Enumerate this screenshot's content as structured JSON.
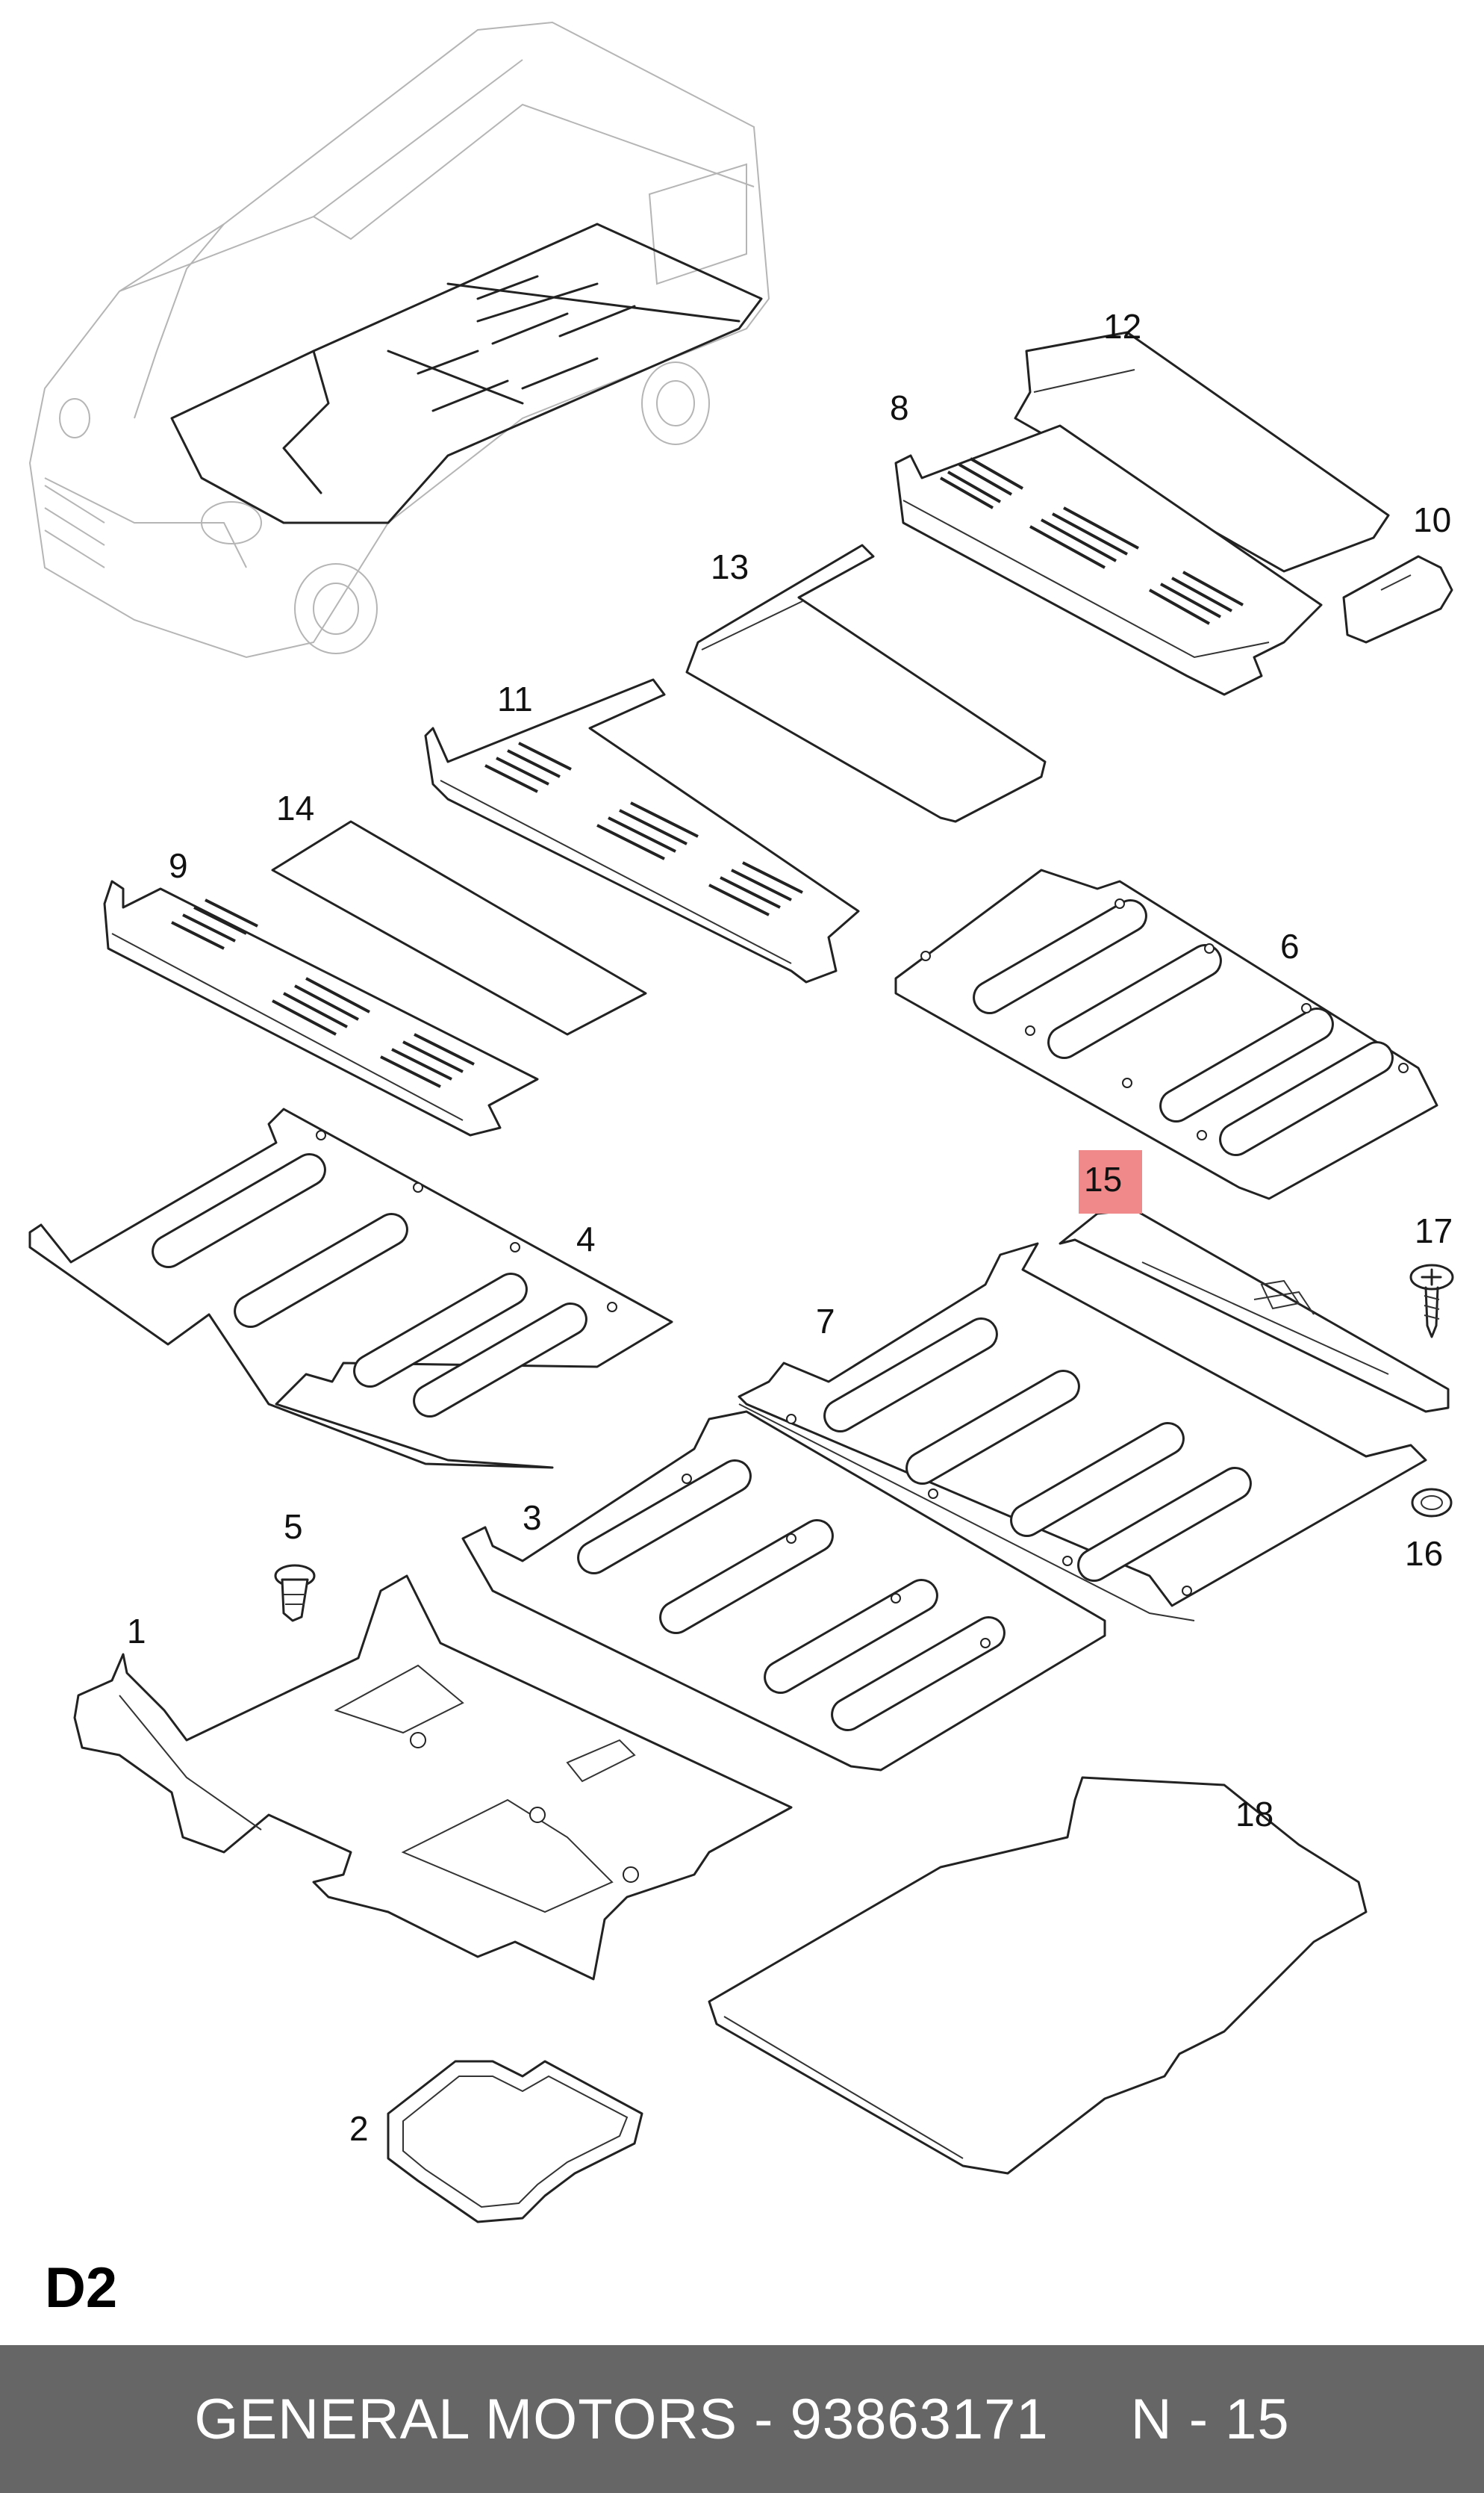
{
  "diagram": {
    "labels": {
      "p1": "1",
      "p2": "2",
      "p3": "3",
      "p4": "4",
      "p5": "5",
      "p6": "6",
      "p7": "7",
      "p8": "8",
      "p9": "9",
      "p10": "10",
      "p11": "11",
      "p12": "12",
      "p13": "13",
      "p14": "14",
      "p15": "15",
      "p16": "16",
      "p17": "17",
      "p18": "18"
    },
    "highlighted_part": "15",
    "highlight_color": "#f08a8a",
    "section_code": "D2"
  },
  "footer": {
    "brand_part": "GENERAL MOTORS - 93863171",
    "ref": "N - 15",
    "background": "#666666"
  }
}
